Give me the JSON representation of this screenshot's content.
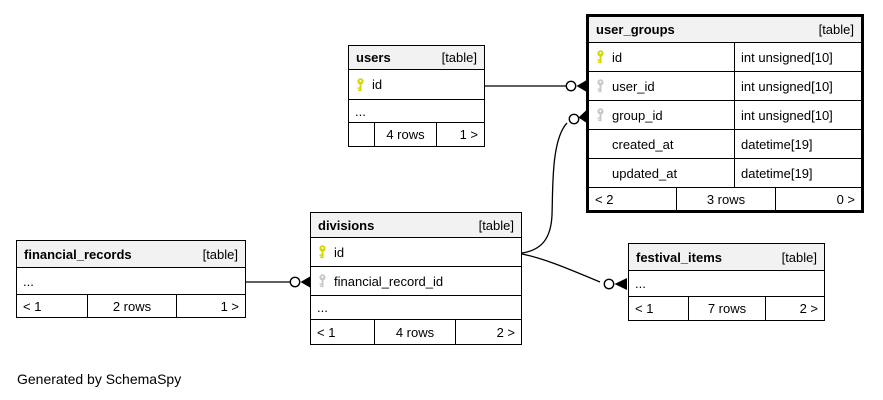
{
  "note": "Generated by SchemaSpy",
  "tables": {
    "users": {
      "title": "users",
      "tag": "[table]",
      "columns": [
        {
          "name": "id",
          "key": "primary-key"
        },
        {
          "name": "..."
        }
      ],
      "footer": {
        "parents": "",
        "rows": "4 rows",
        "children": "1 >"
      }
    },
    "user_groups": {
      "title": "user_groups",
      "tag": "[table]",
      "columns": [
        {
          "name": "id",
          "type": "int unsigned[10]",
          "key": "primary-key"
        },
        {
          "name": "user_id",
          "type": "int unsigned[10]",
          "key": "foreign-key"
        },
        {
          "name": "group_id",
          "type": "int unsigned[10]",
          "key": "foreign-key"
        },
        {
          "name": "created_at",
          "type": "datetime[19]"
        },
        {
          "name": "updated_at",
          "type": "datetime[19]"
        }
      ],
      "footer": {
        "parents": "< 2",
        "rows": "3 rows",
        "children": "0 >"
      }
    },
    "divisions": {
      "title": "divisions",
      "tag": "[table]",
      "columns": [
        {
          "name": "id",
          "key": "primary-key"
        },
        {
          "name": "financial_record_id",
          "key": "foreign-key"
        },
        {
          "name": "..."
        }
      ],
      "footer": {
        "parents": "< 1",
        "rows": "4 rows",
        "children": "2 >"
      }
    },
    "financial_records": {
      "title": "financial_records",
      "tag": "[table]",
      "columns": [
        {
          "name": "..."
        }
      ],
      "footer": {
        "parents": "< 1",
        "rows": "2 rows",
        "children": "1 >"
      }
    },
    "festival_items": {
      "title": "festival_items",
      "tag": "[table]",
      "columns": [
        {
          "name": "..."
        }
      ],
      "footer": {
        "parents": "< 1",
        "rows": "7 rows",
        "children": "2 >"
      }
    }
  },
  "relationships": [
    {
      "parent": "users.id",
      "child": "user_groups.user_id"
    },
    {
      "parent": "divisions.id",
      "child": "user_groups.group_id"
    },
    {
      "parent": "financial_records",
      "child": "divisions.financial_record_id"
    },
    {
      "parent": "divisions.id",
      "child": "festival_items"
    }
  ],
  "colors": {
    "primary_key": "#d6d600",
    "foreign_key": "#c8c8c8",
    "header_bg": "#f2f2f2",
    "line": "#000000"
  }
}
